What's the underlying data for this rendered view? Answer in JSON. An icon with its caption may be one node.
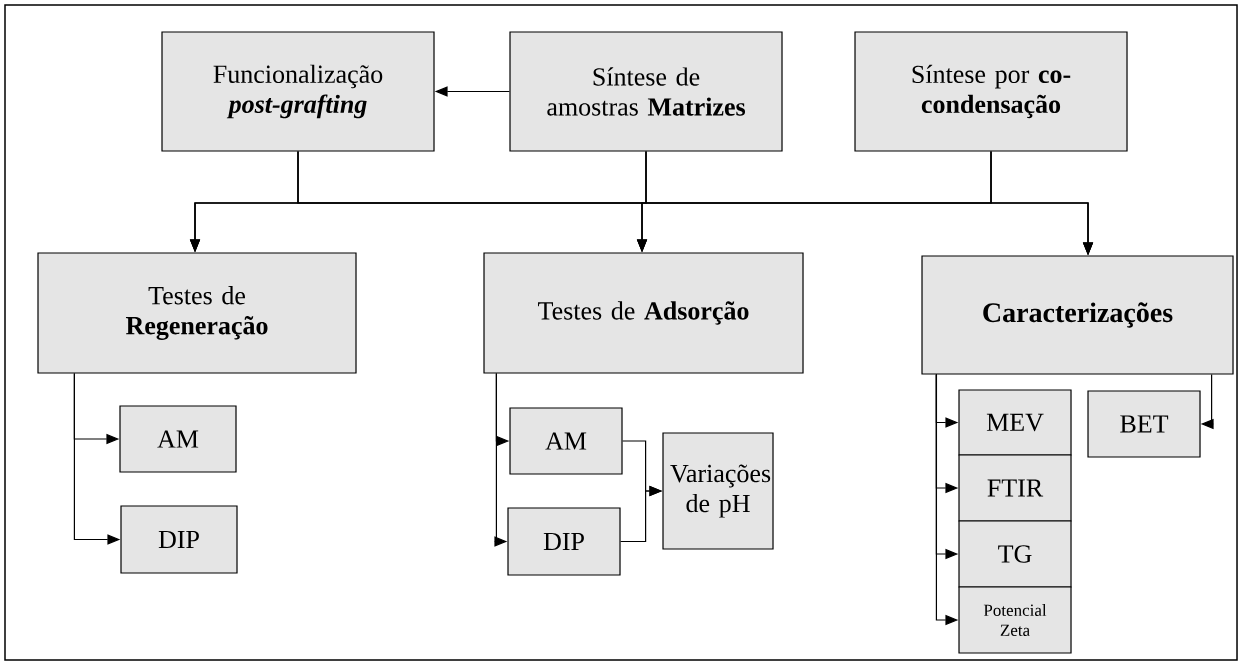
{
  "diagram": {
    "nodes": [
      {
        "text": [
          "Funcionalização *post-grafting*"
        ]
      },
      {
        "text": [
          "Síntese de amostras **Matrizes**"
        ]
      },
      {
        "text": [
          "Síntese por **co-condensação**"
        ]
      },
      {
        "text": [
          "Testes de **Regeneração**"
        ]
      },
      {
        "text": [
          "Testes de **Adsorção**"
        ]
      },
      {
        "text": [
          "Caracterizações"
        ]
      },
      {
        "text": [
          "AM"
        ]
      },
      {
        "text": [
          "DIP"
        ]
      },
      {
        "text": [
          "AM"
        ]
      },
      {
        "text": [
          "DIP"
        ]
      },
      {
        "text": [
          "Variações de pH"
        ]
      },
      {
        "text": [
          "MEV"
        ]
      },
      {
        "text": [
          "FTIR"
        ]
      },
      {
        "text": [
          "TG"
        ]
      },
      {
        "text": [
          "Potencial Zeta"
        ]
      },
      {
        "text": [
          "BET"
        ]
      }
    ],
    "edges": [
      {
        "from": 1,
        "to": 0,
        "arrow": "to"
      },
      {
        "from": 0,
        "to": 3,
        "arrow": "to"
      },
      {
        "from": 0,
        "to": 4,
        "arrow": "to"
      },
      {
        "from": 0,
        "to": 5,
        "arrow": "to"
      },
      {
        "from": 1,
        "to": 3,
        "arrow": "to"
      },
      {
        "from": 1,
        "to": 4,
        "arrow": "to"
      },
      {
        "from": 1,
        "to": 5,
        "arrow": "to"
      },
      {
        "from": 2,
        "to": 3,
        "arrow": "to"
      },
      {
        "from": 2,
        "to": 4,
        "arrow": "to"
      },
      {
        "from": 2,
        "to": 5,
        "arrow": "to"
      },
      {
        "from": 3,
        "to": 6,
        "arrow": "to"
      },
      {
        "from": 3,
        "to": 7,
        "arrow": "to"
      },
      {
        "from": 4,
        "to": 8,
        "arrow": "to"
      },
      {
        "from": 4,
        "to": 9,
        "arrow": "to"
      },
      {
        "from": 8,
        "to": 10,
        "arrow": "to"
      },
      {
        "from": 9,
        "to": 10,
        "arrow": "to"
      },
      {
        "from": 5,
        "to": 11,
        "arrow": "to"
      },
      {
        "from": 5,
        "to": 12,
        "arrow": "to"
      },
      {
        "from": 5,
        "to": 13,
        "arrow": "to"
      },
      {
        "from": 5,
        "to": 14,
        "arrow": "to"
      },
      {
        "from": 5,
        "to": 15,
        "arrow": "to"
      }
    ]
  }
}
